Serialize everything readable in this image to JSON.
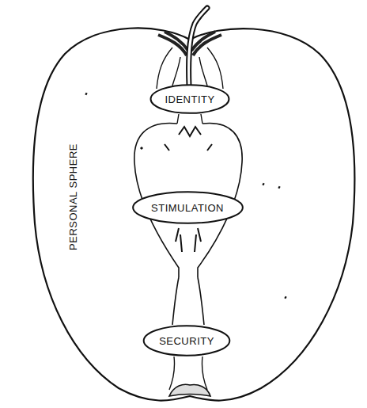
{
  "diagram": {
    "nodes": [
      {
        "text": [
          "PERSONAL SPHERE"
        ]
      },
      {
        "text": [
          "IDENTITY"
        ],
        "in": 0
      },
      {
        "text": [
          "STIMULATION"
        ],
        "in": 0
      },
      {
        "text": [
          "SECURITY"
        ],
        "in": 0
      }
    ]
  }
}
